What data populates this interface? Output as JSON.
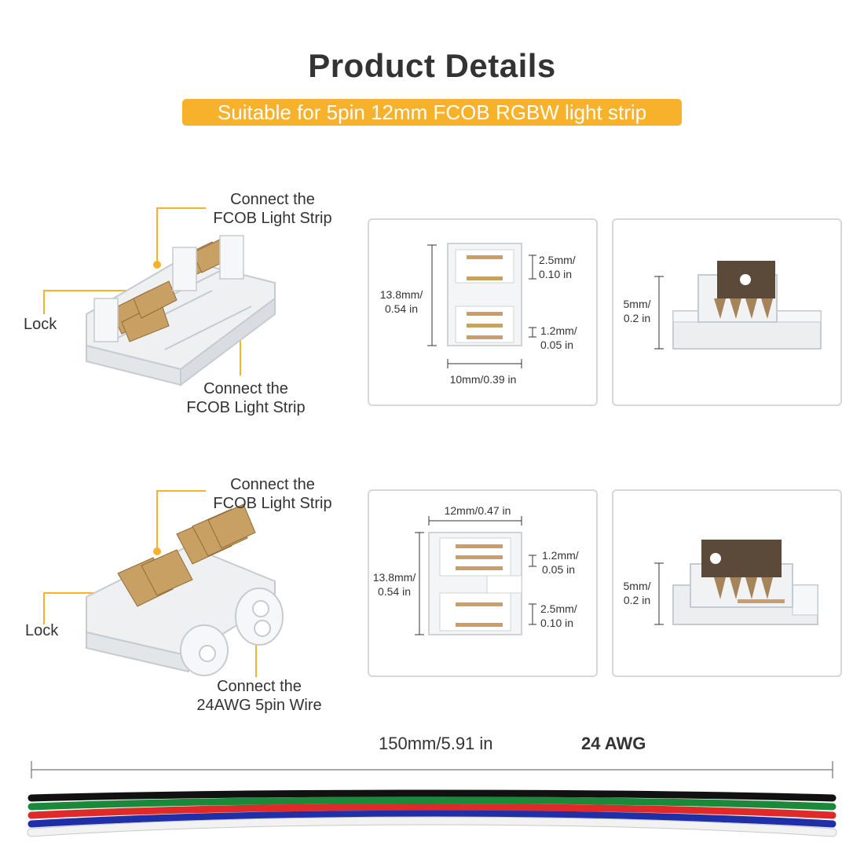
{
  "header": {
    "title": "Product Details",
    "subtitle": "Suitable for 5pin 12mm FCOB RGBW light strip"
  },
  "section1": {
    "callout_top_1": "Connect the",
    "callout_top_2": "FCOB Light Strip",
    "callout_lock": "Lock",
    "callout_bottom_1": "Connect the",
    "callout_bottom_2": "FCOB Light Strip",
    "top_view": {
      "height_1": "13.8mm/",
      "height_2": "0.54 in",
      "pitch_a_1": "2.5mm/",
      "pitch_a_2": "0.10 in",
      "pitch_b_1": "1.2mm/",
      "pitch_b_2": "0.05 in",
      "width": "10mm/0.39 in"
    },
    "side_view": {
      "thickness_1": "5mm/",
      "thickness_2": "0.2 in"
    }
  },
  "section2": {
    "callout_top_1": "Connect the",
    "callout_top_2": "FCOB Light Strip",
    "callout_lock": "Lock",
    "callout_bottom_1": "Connect the",
    "callout_bottom_2": "24AWG 5pin Wire",
    "top_view": {
      "width": "12mm/0.47 in",
      "height_1": "13.8mm/",
      "height_2": "0.54 in",
      "pitch_a_1": "1.2mm/",
      "pitch_a_2": "0.05 in",
      "pitch_b_1": "2.5mm/",
      "pitch_b_2": "0.10 in"
    },
    "side_view": {
      "thickness_1": "5mm/",
      "thickness_2": "0.2 in"
    }
  },
  "wire": {
    "length": "150mm/5.91 in",
    "gauge": "24 AWG",
    "colors": [
      "#111111",
      "#1a8a3a",
      "#e02a2a",
      "#1f2fa8",
      "#f2f2f2"
    ]
  },
  "colors": {
    "accent": "#f7b12b",
    "gold": "#c9a064",
    "border": "#d7d7d7"
  }
}
